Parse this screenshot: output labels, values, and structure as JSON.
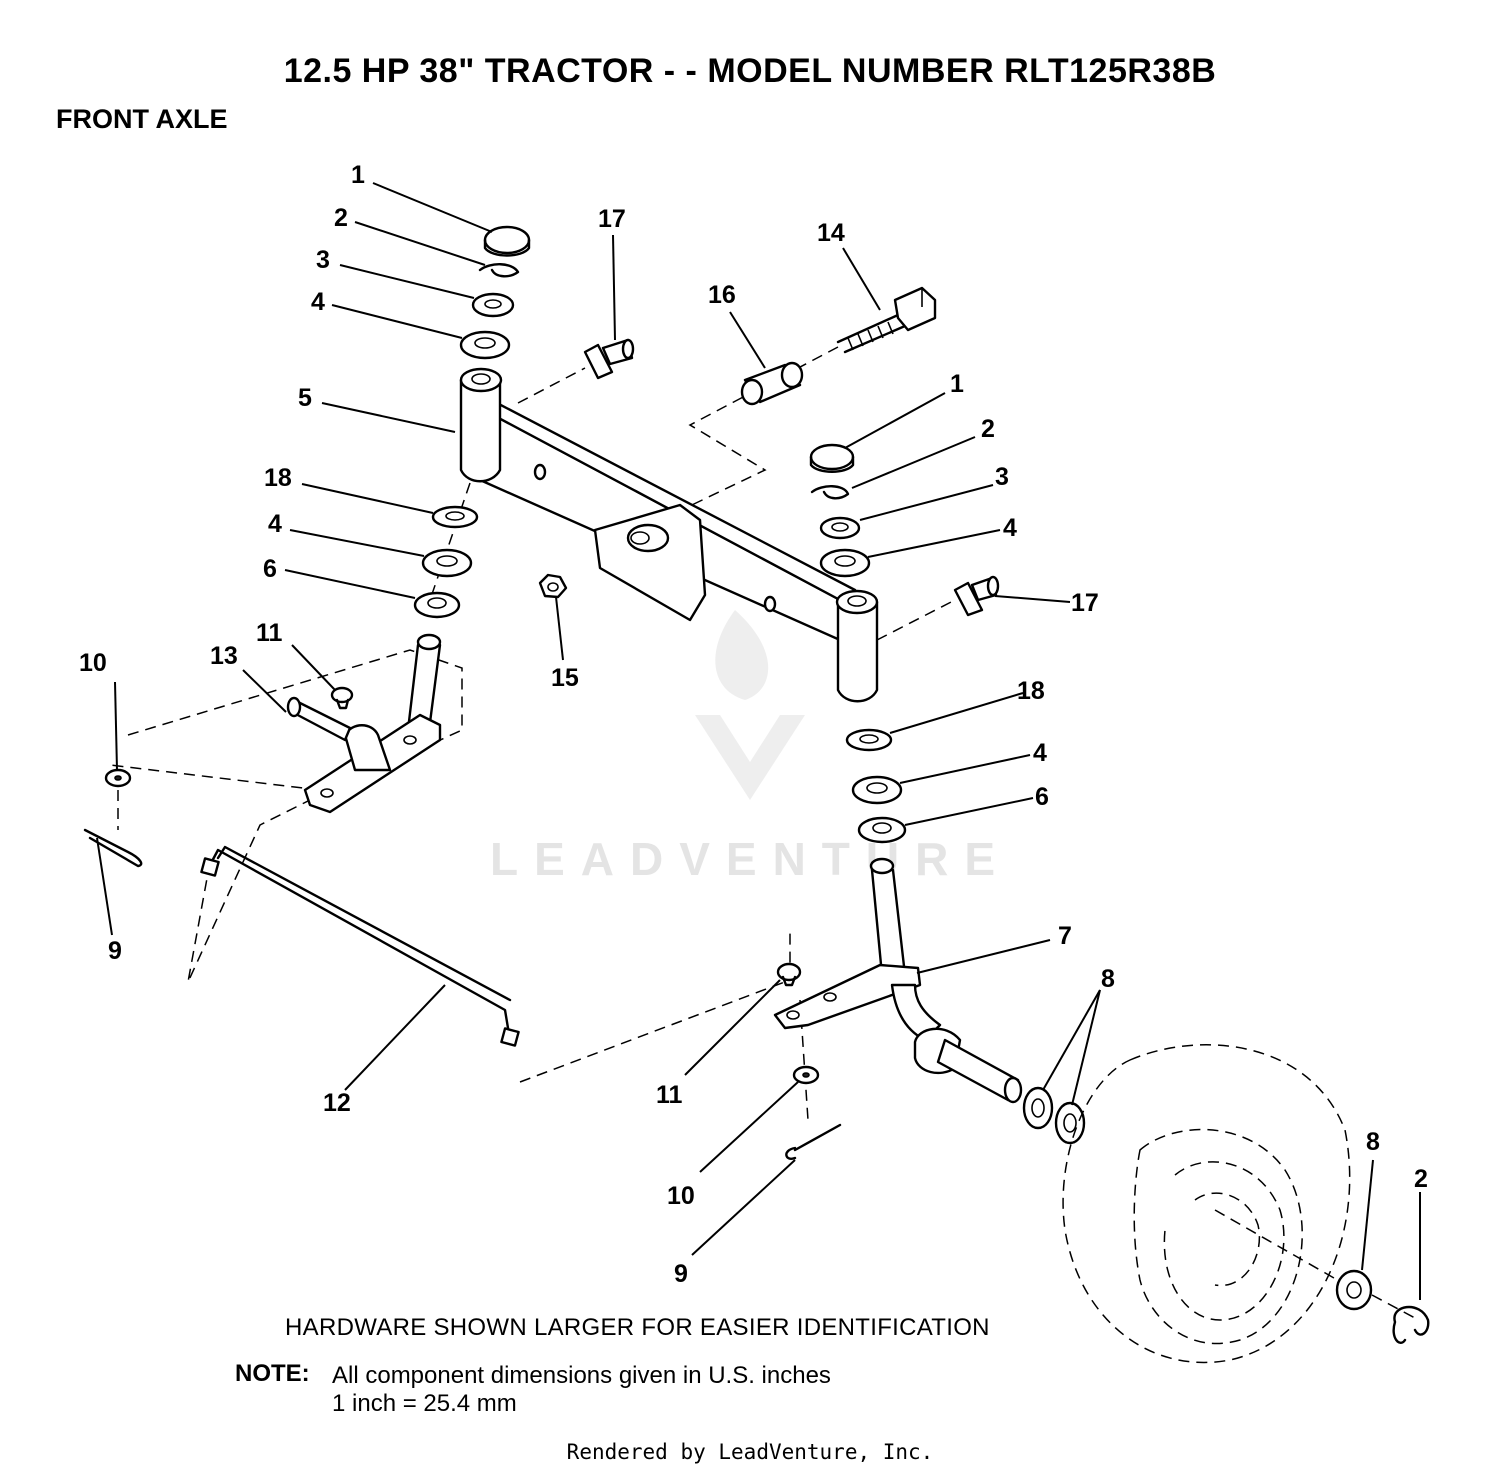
{
  "title": "12.5 HP 38\" TRACTOR - - MODEL NUMBER RLT125R38B",
  "section_title": "FRONT AXLE",
  "hardware_note": "HARDWARE SHOWN LARGER FOR EASIER IDENTIFICATION",
  "note": {
    "label": "NOTE:",
    "line1": "All component dimensions given in U.S. inches",
    "line2": "1 inch = 25.4 mm"
  },
  "footer": "Rendered by LeadVenture, Inc.",
  "watermark": "LEADVENTURE",
  "callouts": {
    "c1a": "1",
    "c2a": "2",
    "c3a": "3",
    "c4a": "4",
    "c5": "5",
    "c18a": "18",
    "c4b": "4",
    "c6a": "6",
    "c10a": "10",
    "c13": "13",
    "c11a": "11",
    "c9a": "9",
    "c12": "12",
    "c17a": "17",
    "c16": "16",
    "c14": "14",
    "c15": "15",
    "c1b": "1",
    "c2b": "2",
    "c3b": "3",
    "c4c": "4",
    "c17b": "17",
    "c18b": "18",
    "c4d": "4",
    "c6b": "6",
    "c7": "7",
    "c8a": "8",
    "c11b": "11",
    "c10b": "10",
    "c9b": "9",
    "c8b": "8",
    "c2c": "2"
  }
}
